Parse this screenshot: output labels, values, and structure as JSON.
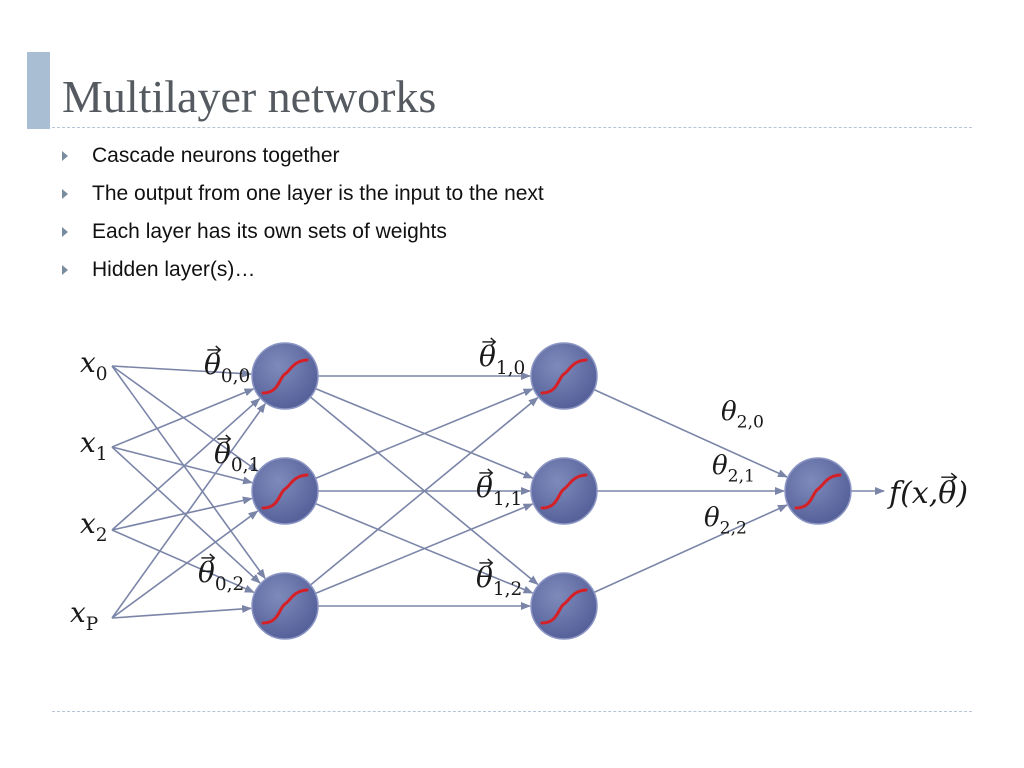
{
  "slide": {
    "title": "Multilayer networks"
  },
  "bullets": [
    "Cascade neurons together",
    "The output from one layer is the input to the next",
    "Each layer has its own sets of weights",
    "Hidden layer(s)…"
  ],
  "diagram": {
    "colors": {
      "neuron_fill": "#6a76aa",
      "neuron_stroke": "#8c96c4",
      "activation_curve": "#d42026",
      "edge": "#7b85a8",
      "accent_bar": "#a9bdd3"
    },
    "neuron_icon": "sigmoid-icon",
    "inputs": [
      {
        "base": "x",
        "sub": "0"
      },
      {
        "base": "x",
        "sub": "1"
      },
      {
        "base": "x",
        "sub": "2"
      },
      {
        "base": "x",
        "sub": "P"
      }
    ],
    "layer1_weights": [
      {
        "base": "θ",
        "sub": "0,0",
        "vector": true
      },
      {
        "base": "θ",
        "sub": "0,1",
        "vector": true
      },
      {
        "base": "θ",
        "sub": "0,2",
        "vector": true
      }
    ],
    "layer2_weights": [
      {
        "base": "θ",
        "sub": "1,0",
        "vector": true
      },
      {
        "base": "θ",
        "sub": "1,1",
        "vector": true
      },
      {
        "base": "θ",
        "sub": "1,2",
        "vector": true
      }
    ],
    "output_weights": [
      {
        "base": "θ",
        "sub": "2,0",
        "vector": false
      },
      {
        "base": "θ",
        "sub": "2,1",
        "vector": false
      },
      {
        "base": "θ",
        "sub": "2,2",
        "vector": false
      }
    ],
    "output_label": "f(x,θ)",
    "output_vector_on": "θ"
  }
}
